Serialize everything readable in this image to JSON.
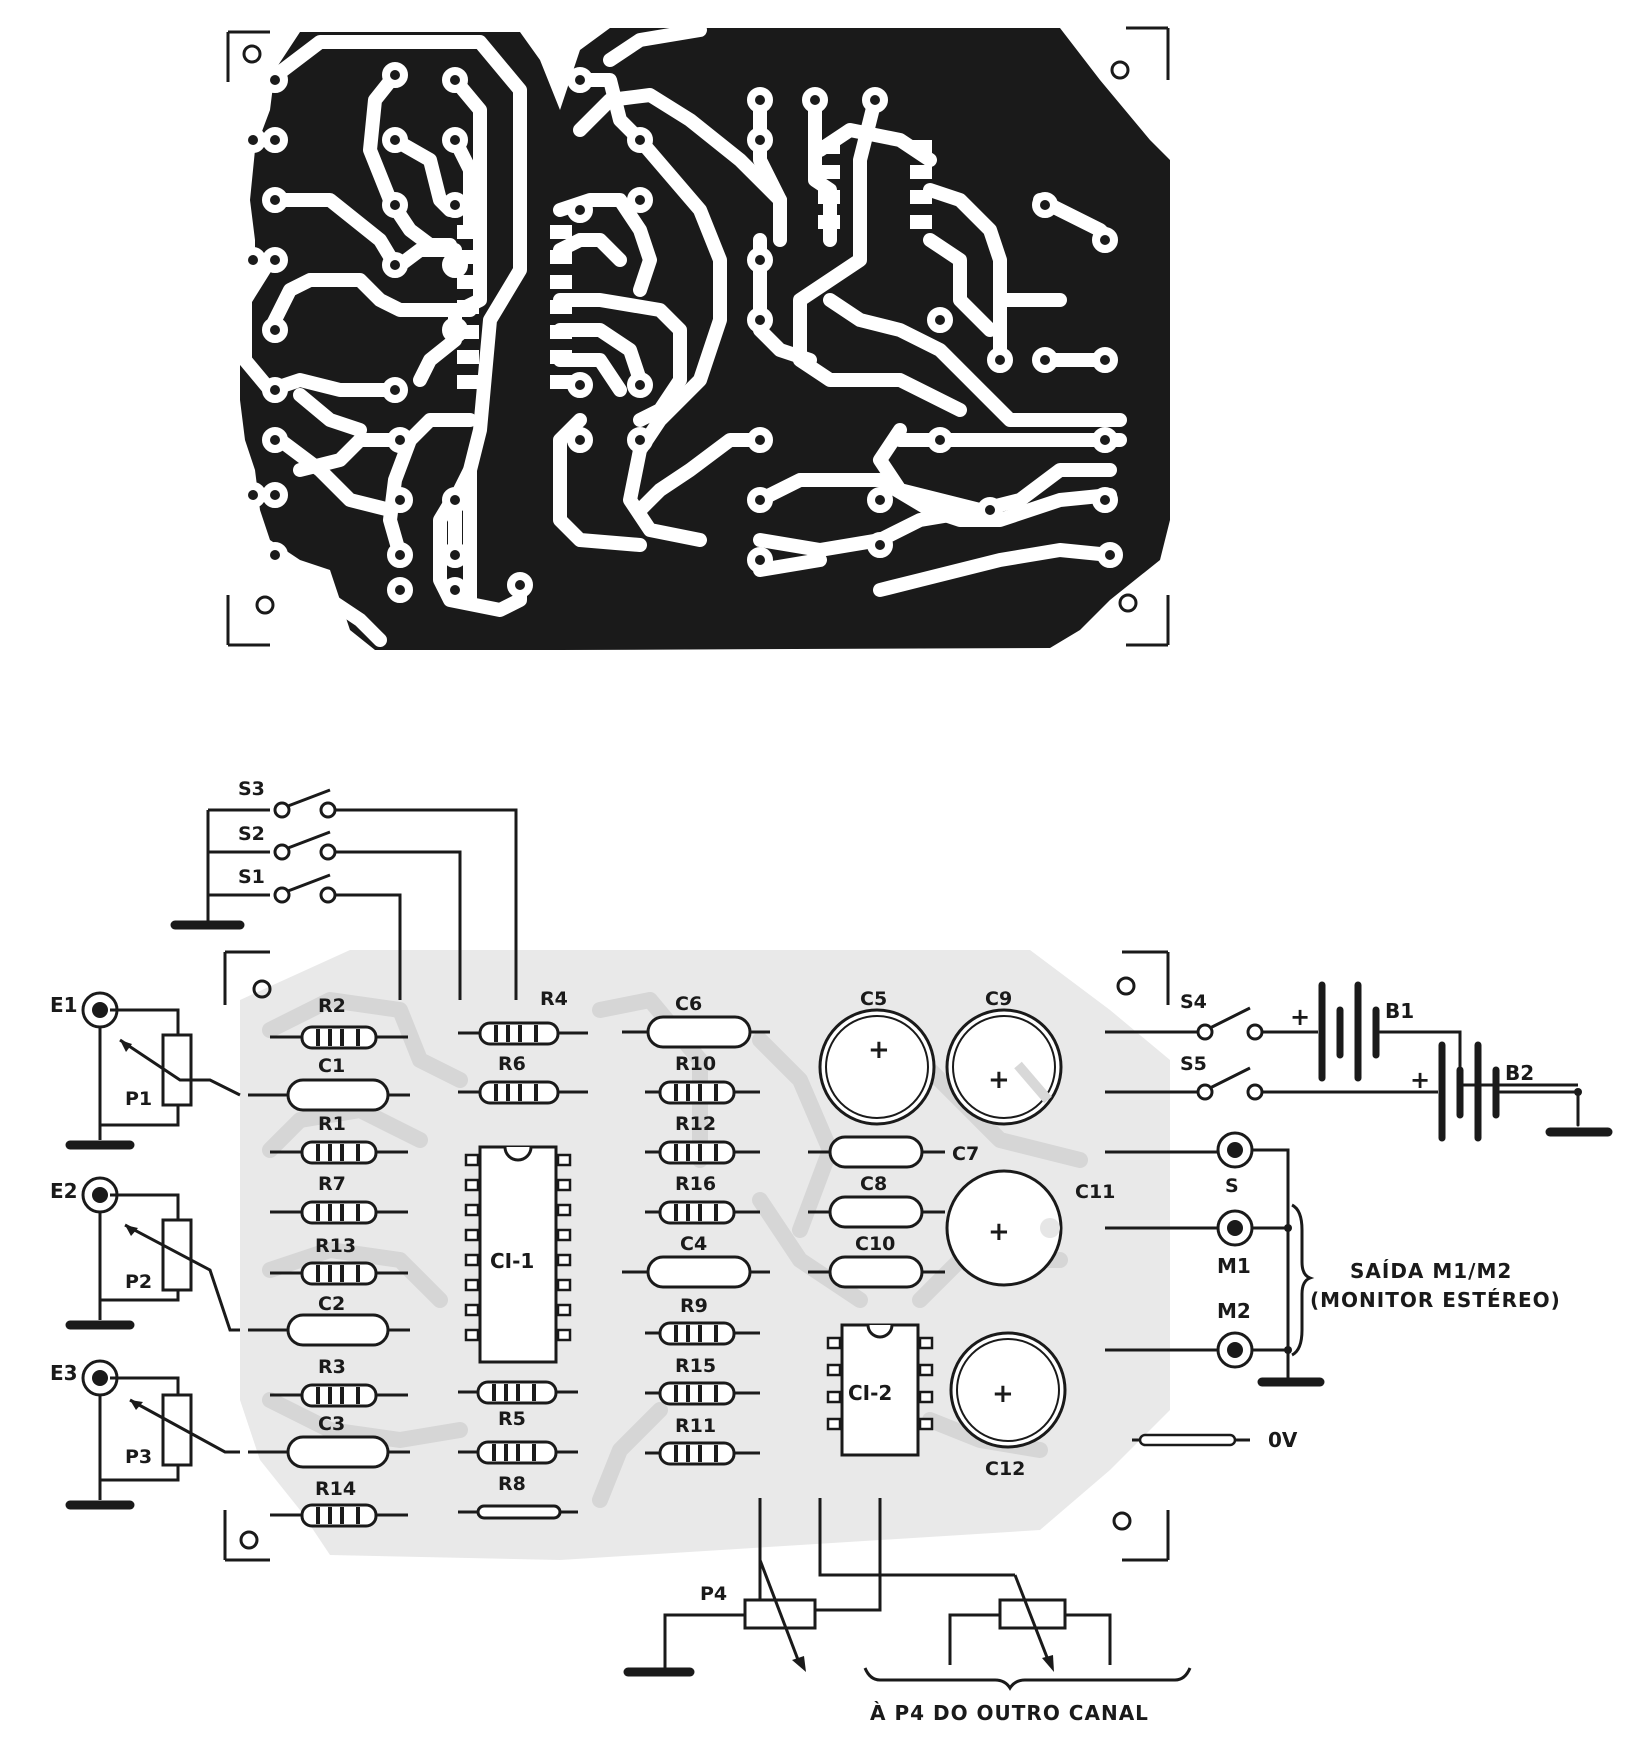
{
  "pcb_labels": {
    "resistors": [
      {
        "id": "r2",
        "label": "R2"
      },
      {
        "id": "r4",
        "label": "R4"
      },
      {
        "id": "r6",
        "label": "R6"
      },
      {
        "id": "r1",
        "label": "R1"
      },
      {
        "id": "r7",
        "label": "R7"
      },
      {
        "id": "r13",
        "label": "R13"
      },
      {
        "id": "r3",
        "label": "R3"
      },
      {
        "id": "r14",
        "label": "R14"
      },
      {
        "id": "r5",
        "label": "R5"
      },
      {
        "id": "r8",
        "label": "R8"
      },
      {
        "id": "r10",
        "label": "R10"
      },
      {
        "id": "r12",
        "label": "R12"
      },
      {
        "id": "r16",
        "label": "R16"
      },
      {
        "id": "r9",
        "label": "R9"
      },
      {
        "id": "r15",
        "label": "R15"
      },
      {
        "id": "r11",
        "label": "R11"
      }
    ],
    "capacitors": [
      {
        "id": "c1",
        "label": "C1"
      },
      {
        "id": "c2",
        "label": "C2"
      },
      {
        "id": "c3",
        "label": "C3"
      },
      {
        "id": "c6",
        "label": "C6"
      },
      {
        "id": "c4",
        "label": "C4"
      },
      {
        "id": "c7",
        "label": "C7"
      },
      {
        "id": "c8",
        "label": "C8"
      },
      {
        "id": "c10",
        "label": "C10"
      }
    ],
    "electrolytics": [
      {
        "id": "c5",
        "label": "C5"
      },
      {
        "id": "c9",
        "label": "C9"
      },
      {
        "id": "c11",
        "label": "C11"
      },
      {
        "id": "c12",
        "label": "C12"
      }
    ],
    "ics": [
      {
        "id": "ci1",
        "label": "CI-1"
      },
      {
        "id": "ci2",
        "label": "CI-2"
      }
    ],
    "switches": [
      {
        "id": "s1",
        "label": "S1"
      },
      {
        "id": "s2",
        "label": "S2"
      },
      {
        "id": "s3",
        "label": "S3"
      },
      {
        "id": "s4",
        "label": "S4"
      },
      {
        "id": "s5",
        "label": "S5"
      }
    ],
    "inputs": [
      {
        "id": "e1",
        "label": "E1"
      },
      {
        "id": "e2",
        "label": "E2"
      },
      {
        "id": "e3",
        "label": "E3"
      }
    ],
    "pots": [
      {
        "id": "p1",
        "label": "P1"
      },
      {
        "id": "p2",
        "label": "P2"
      },
      {
        "id": "p3",
        "label": "P3"
      },
      {
        "id": "p4",
        "label": "P4"
      }
    ],
    "batteries": [
      {
        "id": "b1",
        "label": "B1"
      },
      {
        "id": "b2",
        "label": "B2"
      }
    ],
    "outputs": [
      {
        "id": "s",
        "label": "S"
      },
      {
        "id": "m1",
        "label": "M1"
      },
      {
        "id": "m2",
        "label": "M2"
      }
    ],
    "plus": "+",
    "zero_volt": "0V",
    "saida_line1": "SAÍDA M1/M2",
    "saida_line2": "(MONITOR ESTÉREO)",
    "outro_canal": "À P4 DO OUTRO CANAL"
  }
}
